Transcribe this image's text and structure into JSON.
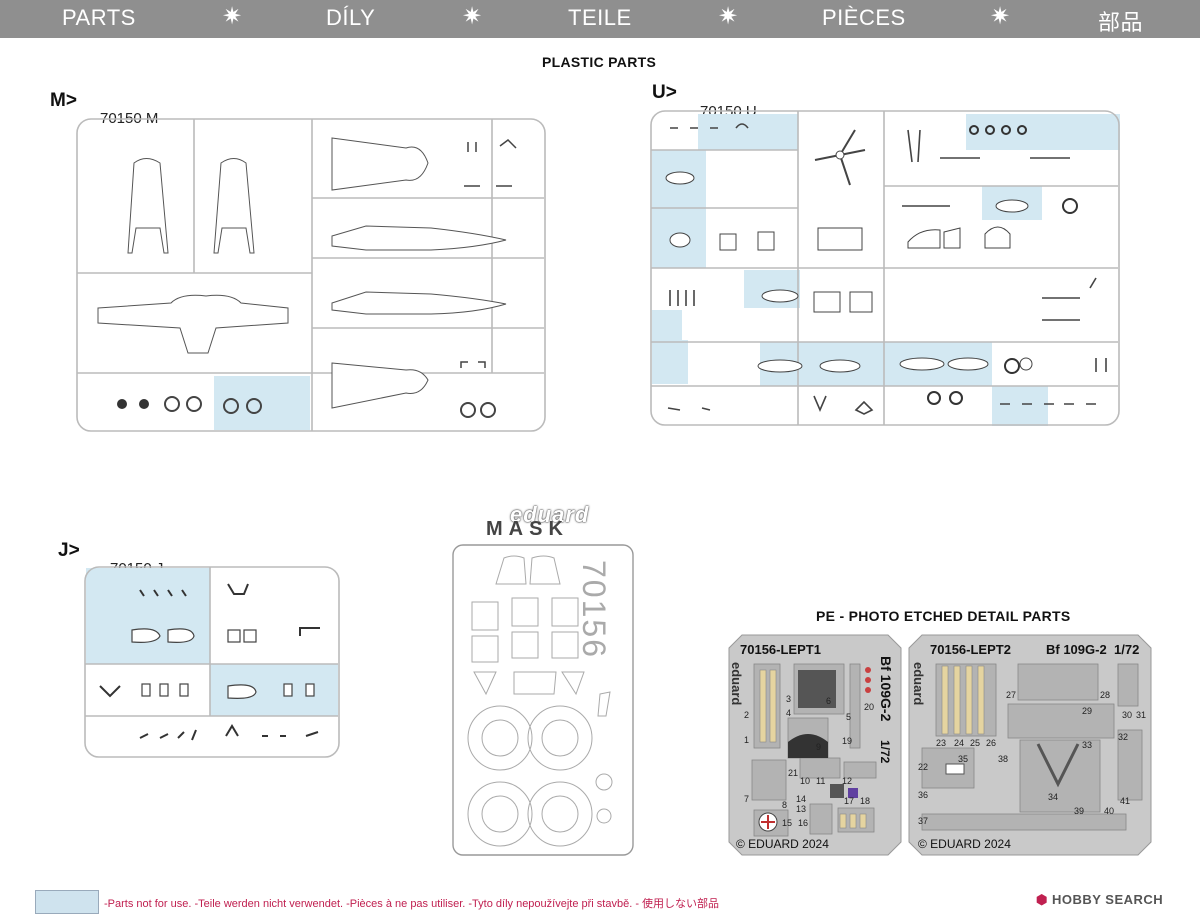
{
  "header": {
    "items": [
      "PARTS",
      "DÍLY",
      "TEILE",
      "PIÈCES",
      "部品"
    ],
    "star": "✷"
  },
  "plastic": {
    "title": "PLASTIC PARTS",
    "m": {
      "letter": "M>",
      "code": "70150 M"
    },
    "u": {
      "letter": "U>",
      "code": "70150 U"
    },
    "j": {
      "letter": "J>",
      "code": "70150 J"
    }
  },
  "mask": {
    "brand": "eduard",
    "word": "MASK",
    "number": "70156"
  },
  "pe": {
    "title": "PE - PHOTO ETCHED DETAIL PARTS",
    "fret1": {
      "code": "70156-LEPT1",
      "brand": "eduard",
      "model": "Bf 109G-2",
      "scale": "1/72",
      "copyright": "© EDUARD 2024",
      "numbers": [
        "1",
        "2",
        "3",
        "4",
        "5",
        "6",
        "7",
        "8",
        "9",
        "10",
        "11",
        "12",
        "13",
        "14",
        "15",
        "16",
        "17",
        "18",
        "19",
        "20",
        "21"
      ]
    },
    "fret2": {
      "code": "70156-LEPT2",
      "brand": "eduard",
      "model": "Bf 109G-2",
      "scale": "1/72",
      "copyright": "© EDUARD 2024",
      "numbers": [
        "22",
        "23",
        "24",
        "25",
        "26",
        "27",
        "28",
        "29",
        "30",
        "31",
        "32",
        "33",
        "34",
        "35",
        "36",
        "37",
        "38",
        "39",
        "40",
        "41"
      ]
    }
  },
  "footer": {
    "note": "-Parts not for use. -Teile werden nicht verwendet. -Pièces à ne pas utiliser. -Tyto díly nepoužívejte při stavbě. -  使用しない部品",
    "watermark": "HOBBY SEARCH"
  },
  "colors": {
    "header_bg": "#8f8f8f",
    "unused_fill": "#d3e8f2",
    "note_text": "#c02050"
  }
}
